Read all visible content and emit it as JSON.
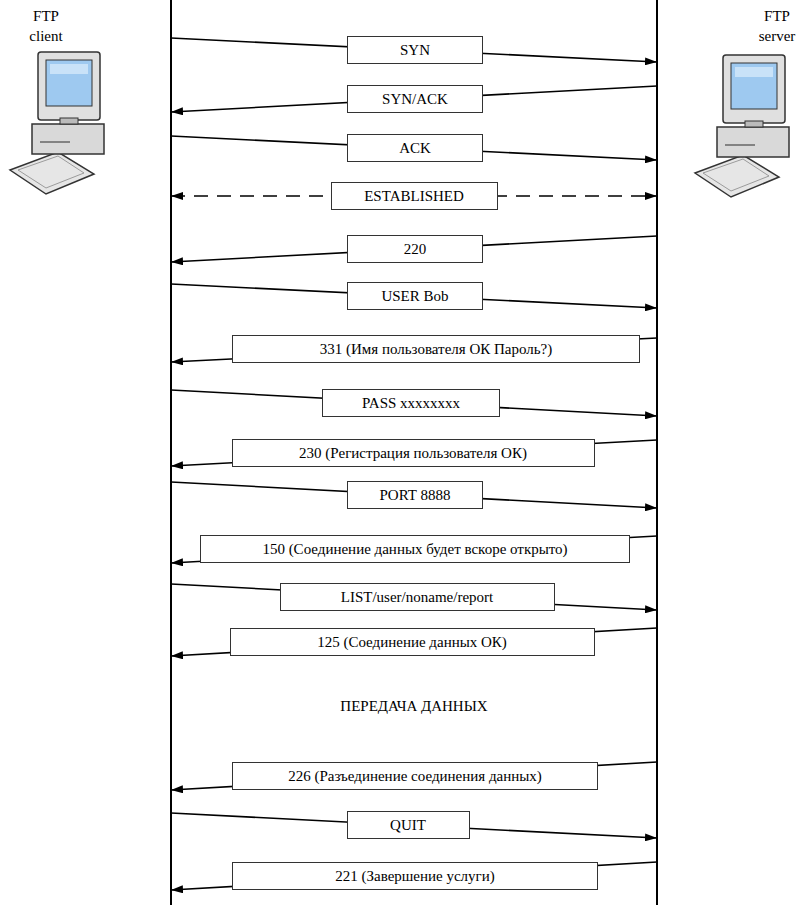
{
  "diagram": {
    "nodes": [
      {
        "text": [
          "FTP client"
        ]
      },
      {
        "text": [
          "FTP server"
        ]
      }
    ],
    "edges": [
      {
        "from": 0,
        "to": 1,
        "arrow": "to",
        "label": "SYN"
      },
      {
        "from": 1,
        "to": 0,
        "arrow": "to",
        "label": "SYN/ACK"
      },
      {
        "from": 0,
        "to": 1,
        "arrow": "to",
        "label": "ACK"
      },
      {
        "from": 0,
        "to": 1,
        "arrow": "both",
        "label": "ESTABLISHED"
      },
      {
        "from": 1,
        "to": 0,
        "arrow": "to",
        "label": "220"
      },
      {
        "from": 0,
        "to": 1,
        "arrow": "to",
        "label": "USER Bob"
      },
      {
        "from": 1,
        "to": 0,
        "arrow": "to",
        "label": "331 (Имя пользователя ОК Пароль?)"
      },
      {
        "from": 0,
        "to": 1,
        "arrow": "to",
        "label": "PASS xxxxxxxx"
      },
      {
        "from": 1,
        "to": 0,
        "arrow": "to",
        "label": "230 (Регистрация пользователя ОК)"
      },
      {
        "from": 0,
        "to": 1,
        "arrow": "to",
        "label": "PORT 8888"
      },
      {
        "from": 1,
        "to": 0,
        "arrow": "to",
        "label": "150 (Соединение данных будет вскоре открыто)"
      },
      {
        "from": 0,
        "to": 1,
        "arrow": "to",
        "label": "LIST/user/noname/report"
      },
      {
        "from": 1,
        "to": 0,
        "arrow": "to",
        "label": "125 (Соединение данных ОК)"
      },
      {
        "from": 1,
        "to": 0,
        "arrow": "to",
        "label": "226 (Разъединение соединения данных)"
      },
      {
        "from": 0,
        "to": 1,
        "arrow": "to",
        "label": "QUIT"
      },
      {
        "from": 1,
        "to": 0,
        "arrow": "to",
        "label": "221 (Завершение услуги)"
      }
    ],
    "labels": [
      "ПЕРЕДАЧА ДАННЫХ"
    ]
  }
}
